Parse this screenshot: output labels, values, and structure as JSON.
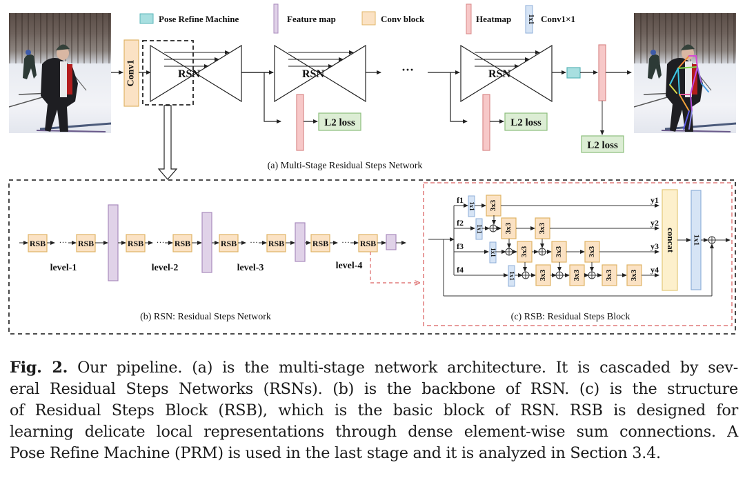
{
  "legend": [
    {
      "label": "Pose Refine Machine",
      "kind": "prm",
      "color": "#a8dfe0"
    },
    {
      "label": "Feature map",
      "kind": "feature-map",
      "color": "#e0d2e8"
    },
    {
      "label": "Conv block",
      "kind": "conv-block",
      "color": "#fbe2c4"
    },
    {
      "label": "Heatmap",
      "kind": "heatmap",
      "color": "#f7c8c8"
    },
    {
      "label": "Conv1×1",
      "kind": "conv1x1",
      "color": "#d6e4f5",
      "glyph": "1x1"
    }
  ],
  "panel_a": {
    "caption": "(a) Multi-Stage Residual Steps Network",
    "conv1_label": "Conv1",
    "rsn_label": "RSN",
    "ellipsis": "···",
    "loss_label": "L2 loss",
    "input_image": "skier-input-photo",
    "output_image": "skier-pose-output-photo"
  },
  "panel_b": {
    "caption": "(b) RSN: Residual Steps Network",
    "block_label": "RSB",
    "ellipsis": "···",
    "levels": [
      "level-1",
      "level-2",
      "level-3",
      "level-4"
    ]
  },
  "panel_c": {
    "caption": "(c) RSB: Residual Steps Block",
    "inputs": [
      "f1",
      "f2",
      "f3",
      "f4"
    ],
    "outputs": [
      "y1",
      "y2",
      "y3",
      "y4"
    ],
    "conv1x1_label": "1x1",
    "conv3x3_label": "3x3",
    "concat_label": "concat"
  },
  "colors": {
    "prm": "#a8dfe0",
    "prm_border": "#5ab5b8",
    "feature_map": "#e0d2e8",
    "feature_map_border": "#a98bbd",
    "conv_block": "#fbe2c4",
    "conv_block_border": "#e0b466",
    "heatmap": "#f7c8c8",
    "heatmap_border": "#d98888",
    "conv1x1": "#d6e4f5",
    "conv1x1_border": "#8daed8",
    "loss": "#dcedd4",
    "loss_border": "#8cbf7c",
    "concat": "#fdf0cc",
    "concat_border": "#e3c879",
    "rsb_outline": "#e07a7a"
  },
  "caption": {
    "fig_label": "Fig. 2.",
    "lines": [
      " Our pipeline. (a) is the multi-stage network architecture. It is cascaded by sev-",
      "eral Residual Steps Networks (RSNs). (b) is the backbone of RSN. (c) is the structure",
      "of Residual Steps Block (RSB), which is the basic block of RSN. RSB is designed for",
      "learning delicate local representations through dense element-wise sum connections. A",
      "Pose Refine Machine (PRM) is used in the last stage and it is analyzed in Section 3.4."
    ]
  }
}
